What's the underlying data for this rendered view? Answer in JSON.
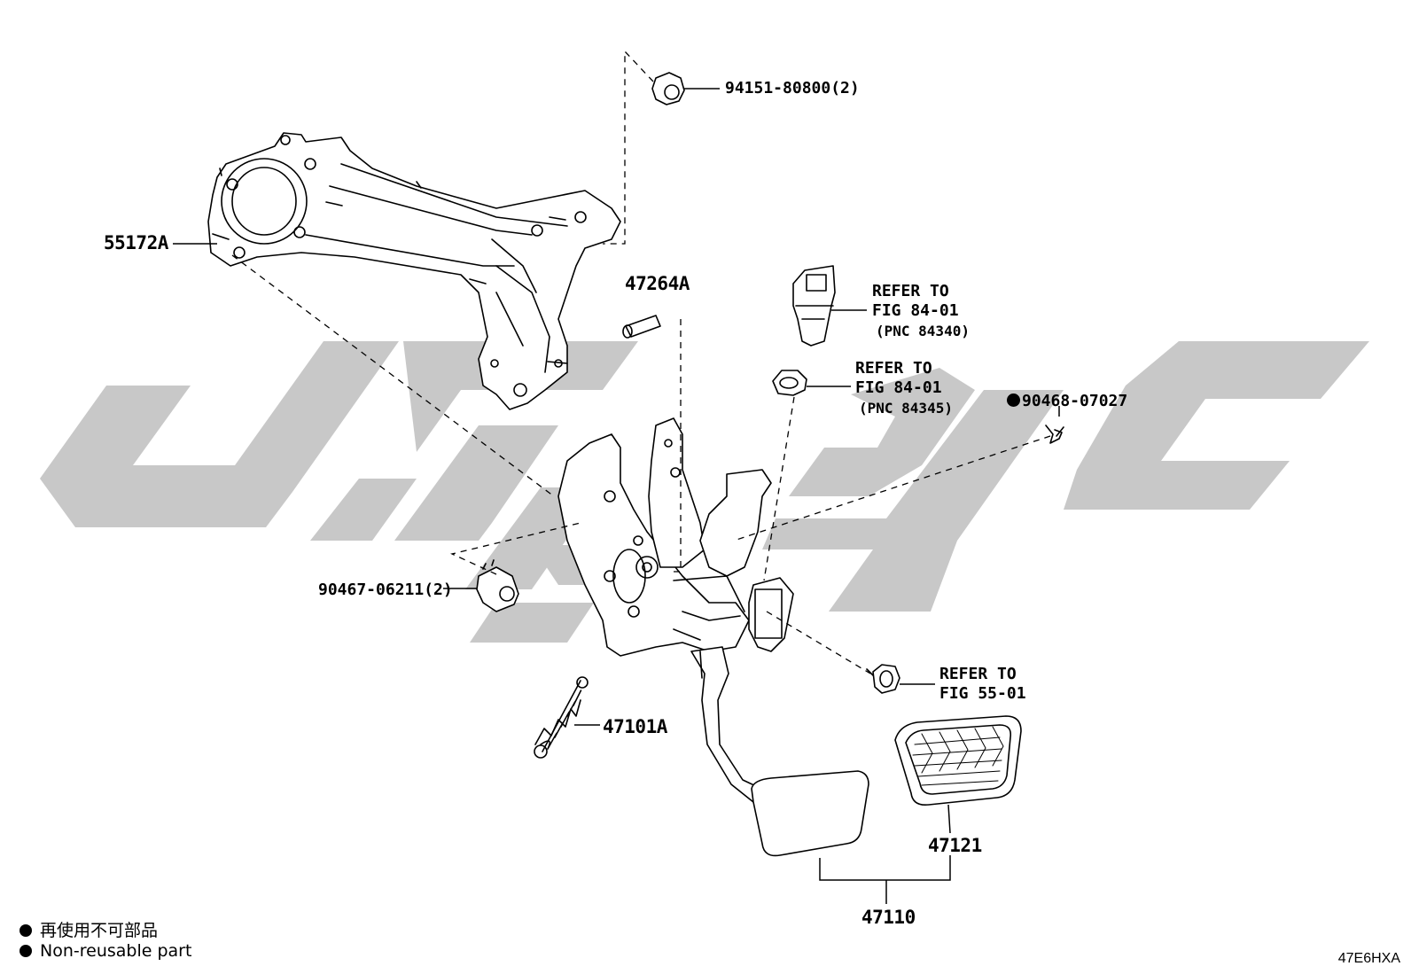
{
  "watermark_colors": {
    "fill": "#c8c8c8"
  },
  "parts": {
    "p55172A": "55172A",
    "p94151": "94151-80800(2)",
    "p47264A": "47264A",
    "p90467": "90467-06211(2)",
    "p47101A": "47101A",
    "p47121": "47121",
    "p47110": "47110",
    "p90468": "90468-07027"
  },
  "refers": {
    "r1_line1": "REFER TO",
    "r1_line2": "FIG 84-01",
    "r1_line3": "(PNC 84340)",
    "r2_line1": "REFER TO",
    "r2_line2": "FIG 84-01",
    "r2_line3": "(PNC 84345)",
    "r3_line1": "REFER TO",
    "r3_line2": "FIG 55-01"
  },
  "legend": {
    "jp": "再使用不可部品",
    "en": "Non-reusable part"
  },
  "illustration_code": "47E6HXA"
}
